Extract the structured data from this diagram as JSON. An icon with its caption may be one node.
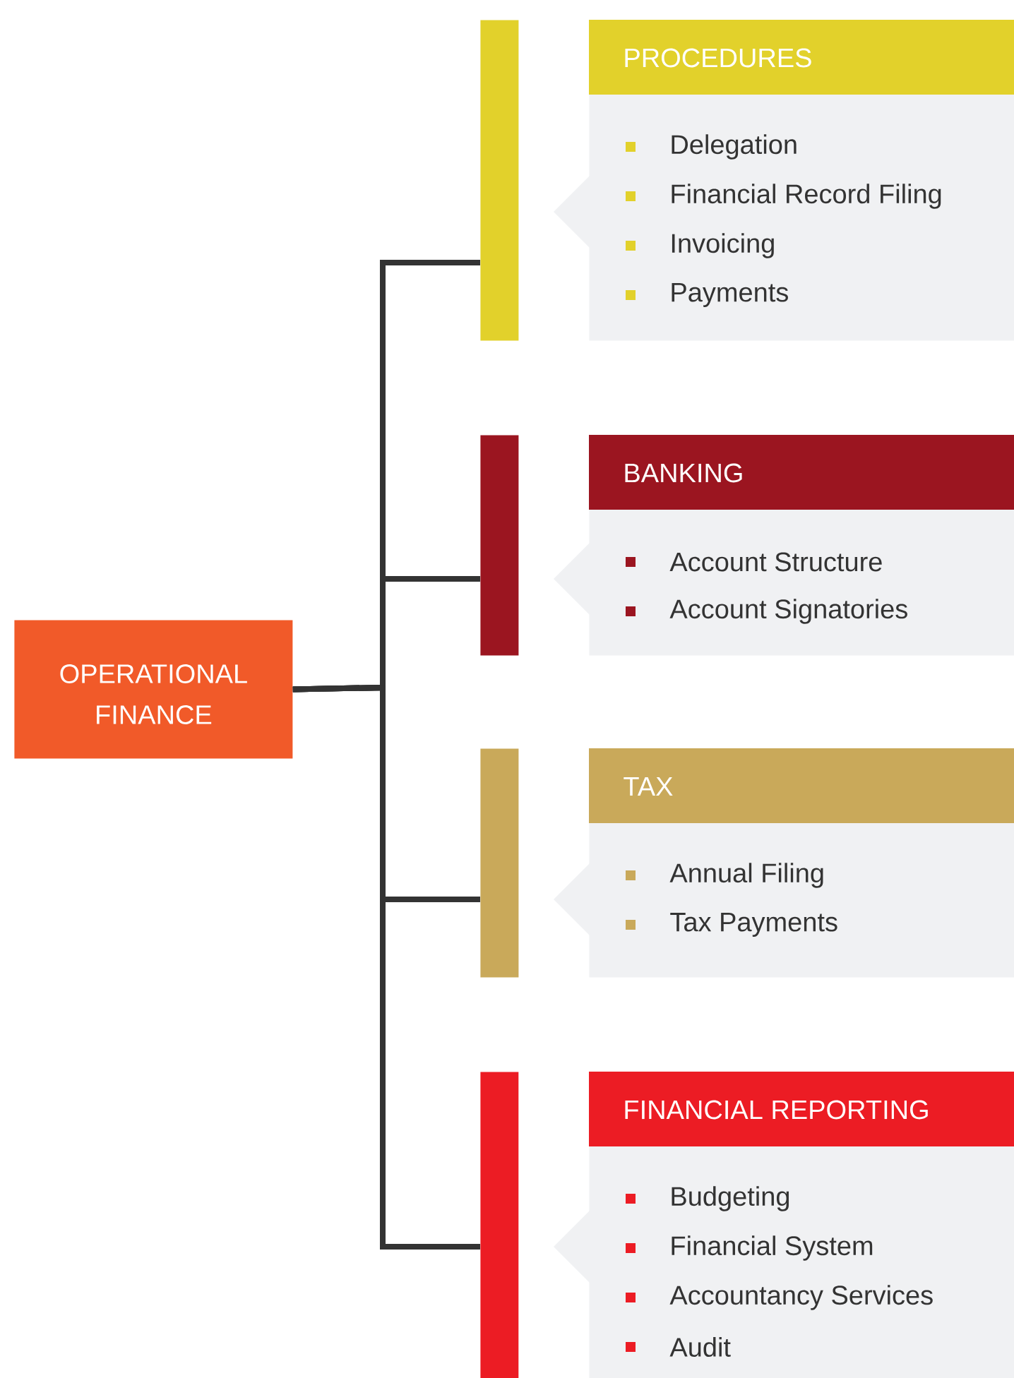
{
  "diagram": {
    "nodes": [
      {
        "text": [
          "OPERATIONAL FINANCE"
        ]
      },
      {
        "text": [],
        "shape": "bar"
      },
      {
        "text": [
          "PROCEDURES",
          "Delegation",
          "Financial Record Filing",
          "Invoicing",
          "Payments"
        ]
      },
      {
        "text": [],
        "shape": "bar"
      },
      {
        "text": [
          "BANKING",
          "Account Structure",
          "Account Signatories"
        ]
      },
      {
        "text": [],
        "shape": "bar"
      },
      {
        "text": [
          "TAX",
          "Annual Filing",
          "Tax Payments"
        ]
      },
      {
        "text": [],
        "shape": "bar"
      },
      {
        "text": [
          "FINANCIAL REPORTING",
          "Budgeting",
          "Financial System",
          "Accountancy Services",
          "Audit"
        ]
      }
    ],
    "edges": [
      {
        "from": 0,
        "to": 1,
        "arrow": "none"
      },
      {
        "from": 0,
        "to": 3,
        "arrow": "none"
      },
      {
        "from": 0,
        "to": 5,
        "arrow": "none"
      },
      {
        "from": 0,
        "to": 7,
        "arrow": "none"
      }
    ]
  }
}
